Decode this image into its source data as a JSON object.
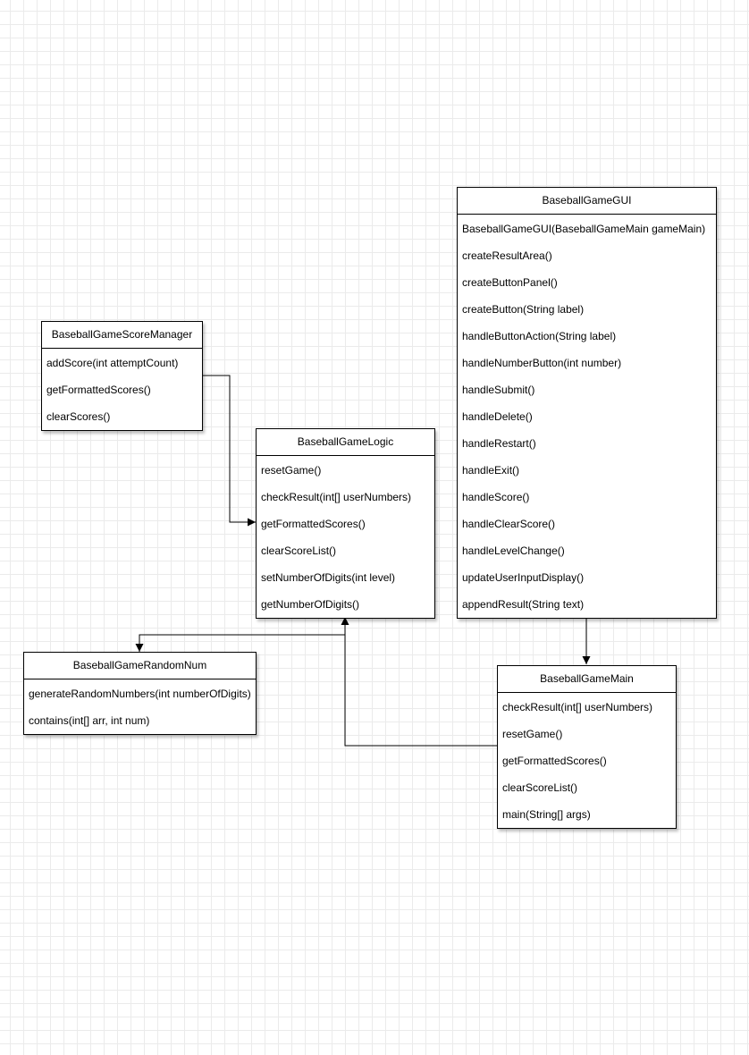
{
  "classes": {
    "score_manager": {
      "name": "BaseballGameScoreManager",
      "methods": [
        "addScore(int attemptCount)",
        "getFormattedScores()",
        "clearScores()"
      ]
    },
    "logic": {
      "name": "BaseballGameLogic",
      "methods": [
        "resetGame()",
        "checkResult(int[] userNumbers)",
        "getFormattedScores()",
        "clearScoreList()",
        "setNumberOfDigits(int level)",
        "getNumberOfDigits()"
      ]
    },
    "gui": {
      "name": "BaseballGameGUI",
      "methods": [
        "BaseballGameGUI(BaseballGameMain gameMain)",
        "createResultArea()",
        "createButtonPanel()",
        "createButton(String label)",
        "handleButtonAction(String label)",
        "handleNumberButton(int number)",
        "handleSubmit()",
        "handleDelete()",
        "handleRestart()",
        "handleExit()",
        "handleScore()",
        "handleClearScore()",
        "handleLevelChange()",
        "updateUserInputDisplay()",
        "appendResult(String text)"
      ]
    },
    "random_num": {
      "name": "BaseballGameRandomNum",
      "methods": [
        "generateRandomNumbers(int numberOfDigits)",
        "contains(int[] arr, int num)"
      ]
    },
    "main": {
      "name": "BaseballGameMain",
      "methods": [
        "checkResult(int[] userNumbers)",
        "resetGame()",
        "getFormattedScores()",
        "clearScoreList()",
        "main(String[] args)"
      ]
    }
  },
  "connections": [
    {
      "from": "score_manager",
      "to": "logic"
    },
    {
      "from": "gui",
      "to": "main"
    },
    {
      "from": "main",
      "to": "logic"
    },
    {
      "from": "logic",
      "to": "random_num"
    }
  ],
  "colors": {
    "line": "#000000",
    "grid": "#ebebeb",
    "background": "#ffffff"
  }
}
